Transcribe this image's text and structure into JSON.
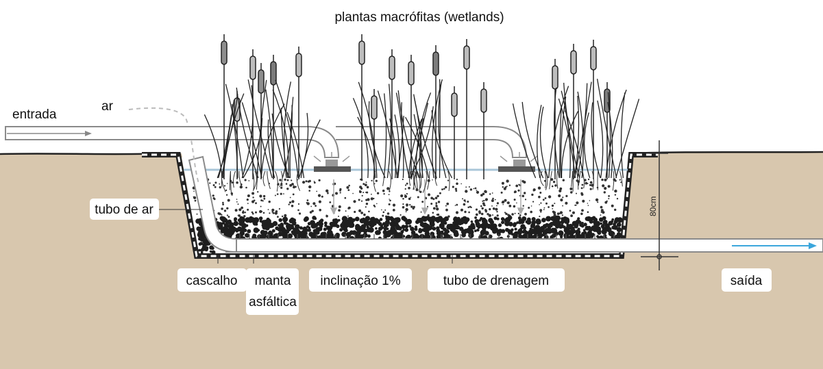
{
  "title": "plantas macrófitas (wetlands)",
  "labels": {
    "entrada": "entrada",
    "ar": "ar",
    "tubo_de_ar": "tubo de ar",
    "cascalho": "cascalho",
    "manta_line1": "manta",
    "manta_line2": "asfáltica",
    "inclinacao": "inclinação 1%",
    "tubo_drenagem": "tubo de drenagem",
    "saida": "saída",
    "depth": "80cm"
  },
  "colors": {
    "soil": "#d8c7ae",
    "outline": "#222222",
    "pipe_fill": "#ffffff",
    "pipe_stroke": "#8a8a8a",
    "water_line": "#a9c6d8",
    "outflow_arrow": "#3aa6dc",
    "gravel": "#222222",
    "reed_head_light": "#bdbdbd",
    "reed_head_dark": "#7c7c7c",
    "label_box": "#ffffff"
  }
}
